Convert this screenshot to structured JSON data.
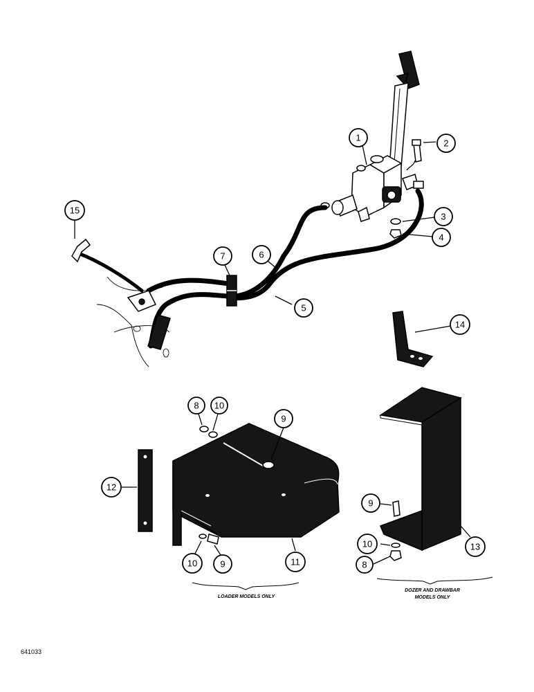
{
  "diagram": {
    "callouts": [
      {
        "id": "c1",
        "label": "1"
      },
      {
        "id": "c2",
        "label": "2"
      },
      {
        "id": "c3",
        "label": "3"
      },
      {
        "id": "c4",
        "label": "4"
      },
      {
        "id": "c5",
        "label": "5"
      },
      {
        "id": "c6",
        "label": "6"
      },
      {
        "id": "c7",
        "label": "7"
      },
      {
        "id": "c8a",
        "label": "8"
      },
      {
        "id": "c8b",
        "label": "8"
      },
      {
        "id": "c9a",
        "label": "9"
      },
      {
        "id": "c9b",
        "label": "9"
      },
      {
        "id": "c9c",
        "label": "9"
      },
      {
        "id": "c10a",
        "label": "10"
      },
      {
        "id": "c10b",
        "label": "10"
      },
      {
        "id": "c10c",
        "label": "10"
      },
      {
        "id": "c11",
        "label": "11"
      },
      {
        "id": "c12",
        "label": "12"
      },
      {
        "id": "c13",
        "label": "13"
      },
      {
        "id": "c14",
        "label": "14"
      },
      {
        "id": "c15",
        "label": "15"
      }
    ],
    "notes": {
      "loader": "LOADER MODELS ONLY",
      "dozer_line1": "DOZER AND DRAWBAR",
      "dozer_line2": "MODELS ONLY"
    },
    "figure_code": "641033"
  }
}
